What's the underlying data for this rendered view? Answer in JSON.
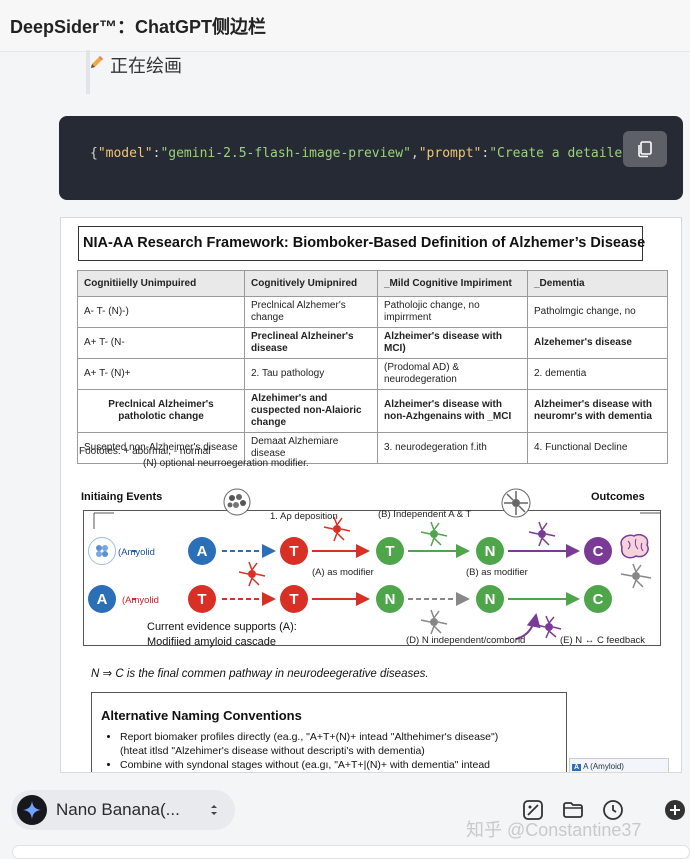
{
  "header": {
    "title": "DeepSider™：ChatGPT侧边栏"
  },
  "status": {
    "label": "正在绘画"
  },
  "code": {
    "k1": "\"model\"",
    "v1": "\"gemini-2.5-flash-image-preview\"",
    "k2": "\"prompt\"",
    "v2": "\"Create a detailed sci"
  },
  "figure": {
    "title": "NIA-AA Research Framework: Biomboker-Based Definition of Alzhemer’s Disease",
    "table": {
      "headers": [
        "Cognitiielly Unimpuired",
        "Cognitively Umipnired",
        "_Mild Cognitive Impiriment",
        "_Dementia"
      ],
      "rows": [
        [
          "A- T- (N)-)",
          "Preclnical Alzhemer's change",
          "Patholojic change, no impirrment",
          "Patholmgic change, no"
        ],
        [
          "A+ T- (N-",
          "Preclineal Alzheiner's disease",
          "Alzheimer's disease with MCI)",
          "Alzehemer's disease"
        ],
        [
          "A+ T- (N)+",
          "2.  Tau pathology",
          "(Prodomal AD) & neurodegeration",
          "2.  dementia"
        ],
        [
          "Preclnical Alzheimer's patholotic change",
          "Alzehimer's and cuspected non-Alaioric change",
          "Alzheimer's disease with non-Azhgenains with _MCI",
          "Alzheimer's disease with neuromr's with dementia"
        ],
        [
          "Susepted non-Alzheimer's disease",
          "Demaat Alzhemiare disease",
          "3.  neurodegeration f.ith",
          "4.  Functional Decline"
        ]
      ]
    },
    "footnote_line1": "Foototes:  + abormal, - normal",
    "footnote_line2": "(N) optional neurroegeration modifier.",
    "initiating": "Initiaing Events",
    "outcomes": "Outcomes",
    "flow": {
      "amyloid1": "(Amyolid",
      "amyloid2": "(Amyolid",
      "dep": "1. Aρ deposition",
      "indep": "(B) Independent A & T",
      "a_mod": "(A) as modifier",
      "b_mod": "(B) as modifier",
      "d_label": "(D) N independent/comborid",
      "e_label": "(E) N ↔ C feedback",
      "nodes": [
        "A",
        "T",
        "T",
        "N",
        "C",
        "A",
        "T",
        "T",
        "N",
        "N",
        "C"
      ]
    },
    "evidence_line1": "Current evidence supports (A):",
    "evidence_line2": "Modifiied amyloid cascade",
    "nc_statement": "N ⇒ C is the final commen pathway in neurodeegerative diseases.",
    "alt": {
      "title": "Alternative Naming Conventions",
      "bullets": [
        "Report biomaker profiles directly (ea.g., \"A+T+(N)+ intead \"Althehimer's disease\")",
        "(hteat itlsd \"Alzehimer's disease without descripti's with dementia)",
        "Combine with syndonal stages without (ea.gı,  \"A+T+|(N)+ with dementia\" intead"
      ]
    },
    "mini_badge": "A",
    "mini_text": "A (Amyloid)"
  },
  "model": {
    "name": "Nano Banana(..."
  },
  "watermark": "知乎 @Constantine37",
  "colors": {
    "blue": "#2a6fb8",
    "red": "#d93025",
    "green": "#4ea54a",
    "purple": "#7b3a96"
  }
}
